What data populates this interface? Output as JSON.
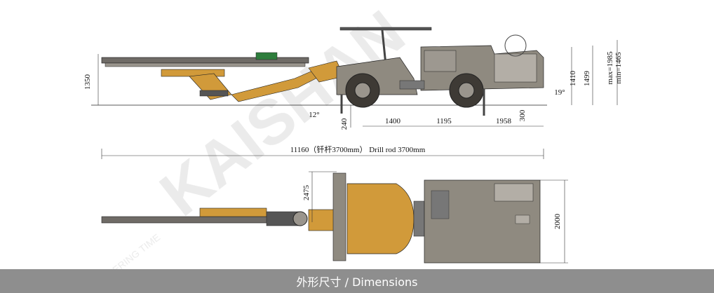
{
  "watermark": {
    "brand": "KAISHAN",
    "tagline": "ENGINEERING TIME"
  },
  "side_view": {
    "dimensions": {
      "boom_height": "1350",
      "ground_clearance": "240",
      "wheel_front_span": "1400",
      "wheelbase": "1195",
      "rear_length": "1958",
      "rear_clearance": "300",
      "height_1410": "1410",
      "height_1499": "1499",
      "height_range": "max=1985\nmin=1465",
      "angle_front": "12°",
      "angle_rear": "19°",
      "overall_length": "11160（钎杆3700mm）   Drill rod 3700mm"
    }
  },
  "top_view": {
    "dimensions": {
      "width_front": "2475",
      "width_rear": "2000"
    }
  },
  "footer": {
    "caption": "外形尺寸 / Dimensions"
  },
  "colors": {
    "machine_yellow": "#d19a3a",
    "body_grey": "#8f8a80",
    "dark": "#3e3a35",
    "footer": "#8e8e8e"
  }
}
